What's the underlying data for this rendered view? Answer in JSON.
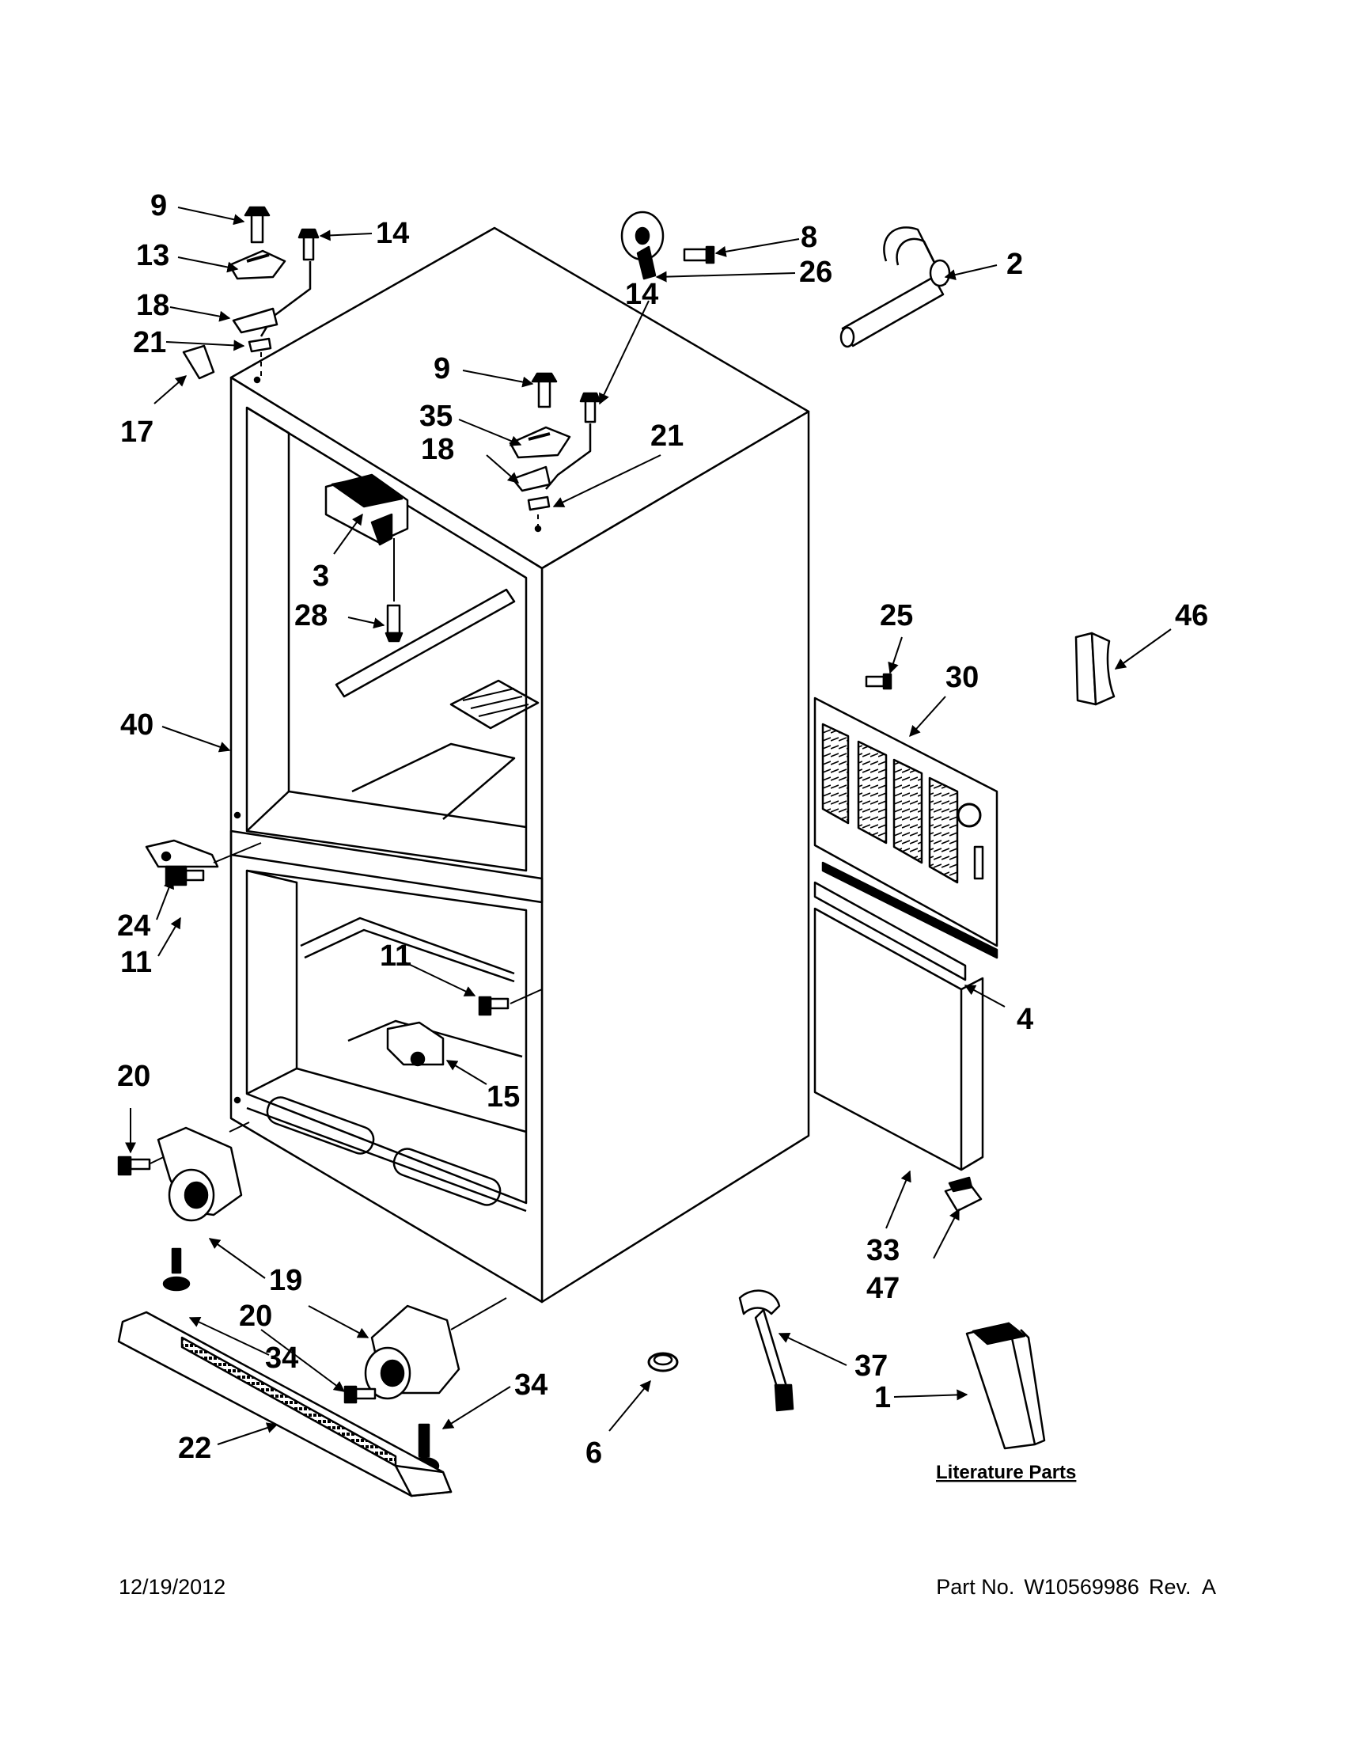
{
  "callouts": {
    "c9a": "9",
    "c14a": "14",
    "c13": "13",
    "c18a": "18",
    "c21a": "21",
    "c17": "17",
    "c8": "8",
    "c26": "26",
    "c2": "2",
    "c9b": "9",
    "c14b": "14",
    "c35": "35",
    "c18b": "18",
    "c21b": "21",
    "c3": "3",
    "c28": "28",
    "c25": "25",
    "c30": "30",
    "c46": "46",
    "c40": "40",
    "c24": "24",
    "c11a": "11",
    "c11b": "11",
    "c4": "4",
    "c15": "15",
    "c20a": "20",
    "c19": "19",
    "c20b": "20",
    "c34a": "34",
    "c34b": "34",
    "c22": "22",
    "c33": "33",
    "c47": "47",
    "c37": "37",
    "c1": "1",
    "c6": "6"
  },
  "literature_label": "Literature Parts",
  "footer": {
    "date": "12/19/2012",
    "part_label": "Part No.",
    "part_number": "W10569986",
    "revision": "Rev.  A"
  }
}
